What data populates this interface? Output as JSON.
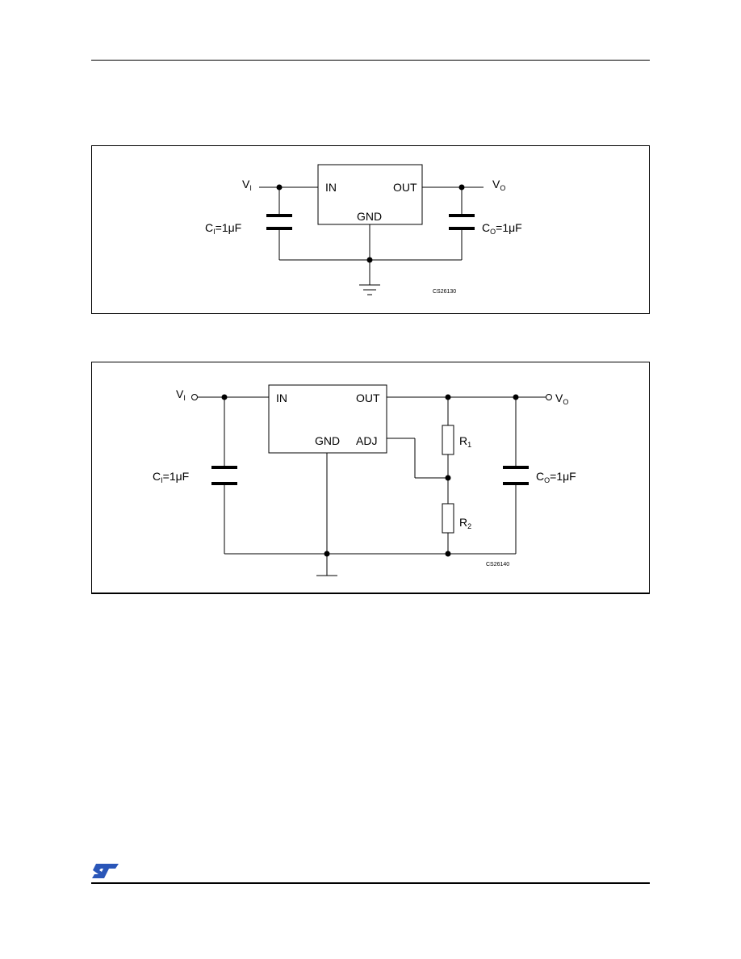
{
  "fig1": {
    "vin_label": "V",
    "vin_sub": "I",
    "vout_label": "V",
    "vout_sub": "O",
    "pin_in": "IN",
    "pin_out": "OUT",
    "pin_gnd": "GND",
    "cin_label": "C",
    "cin_sub": "I",
    "cin_value": "=1μF",
    "cout_label": "C",
    "cout_sub": "O",
    "cout_value": "=1μF",
    "code": "CS26130"
  },
  "fig2": {
    "vin_label": "V",
    "vin_sub": "I",
    "vout_label": "V",
    "vout_sub": "O",
    "pin_in": "IN",
    "pin_out": "OUT",
    "pin_gnd": "GND",
    "pin_adj": "ADJ",
    "cin_label": "C",
    "cin_sub": "I",
    "cin_value": "=1μF",
    "cout_label": "C",
    "cout_sub": "O",
    "cout_value": "=1μF",
    "r1_label": "R",
    "r1_sub": "1",
    "r2_label": "R",
    "r2_sub": "2",
    "code": "CS26140"
  },
  "logo": {
    "text": "ST",
    "color": "#2a56b8"
  }
}
